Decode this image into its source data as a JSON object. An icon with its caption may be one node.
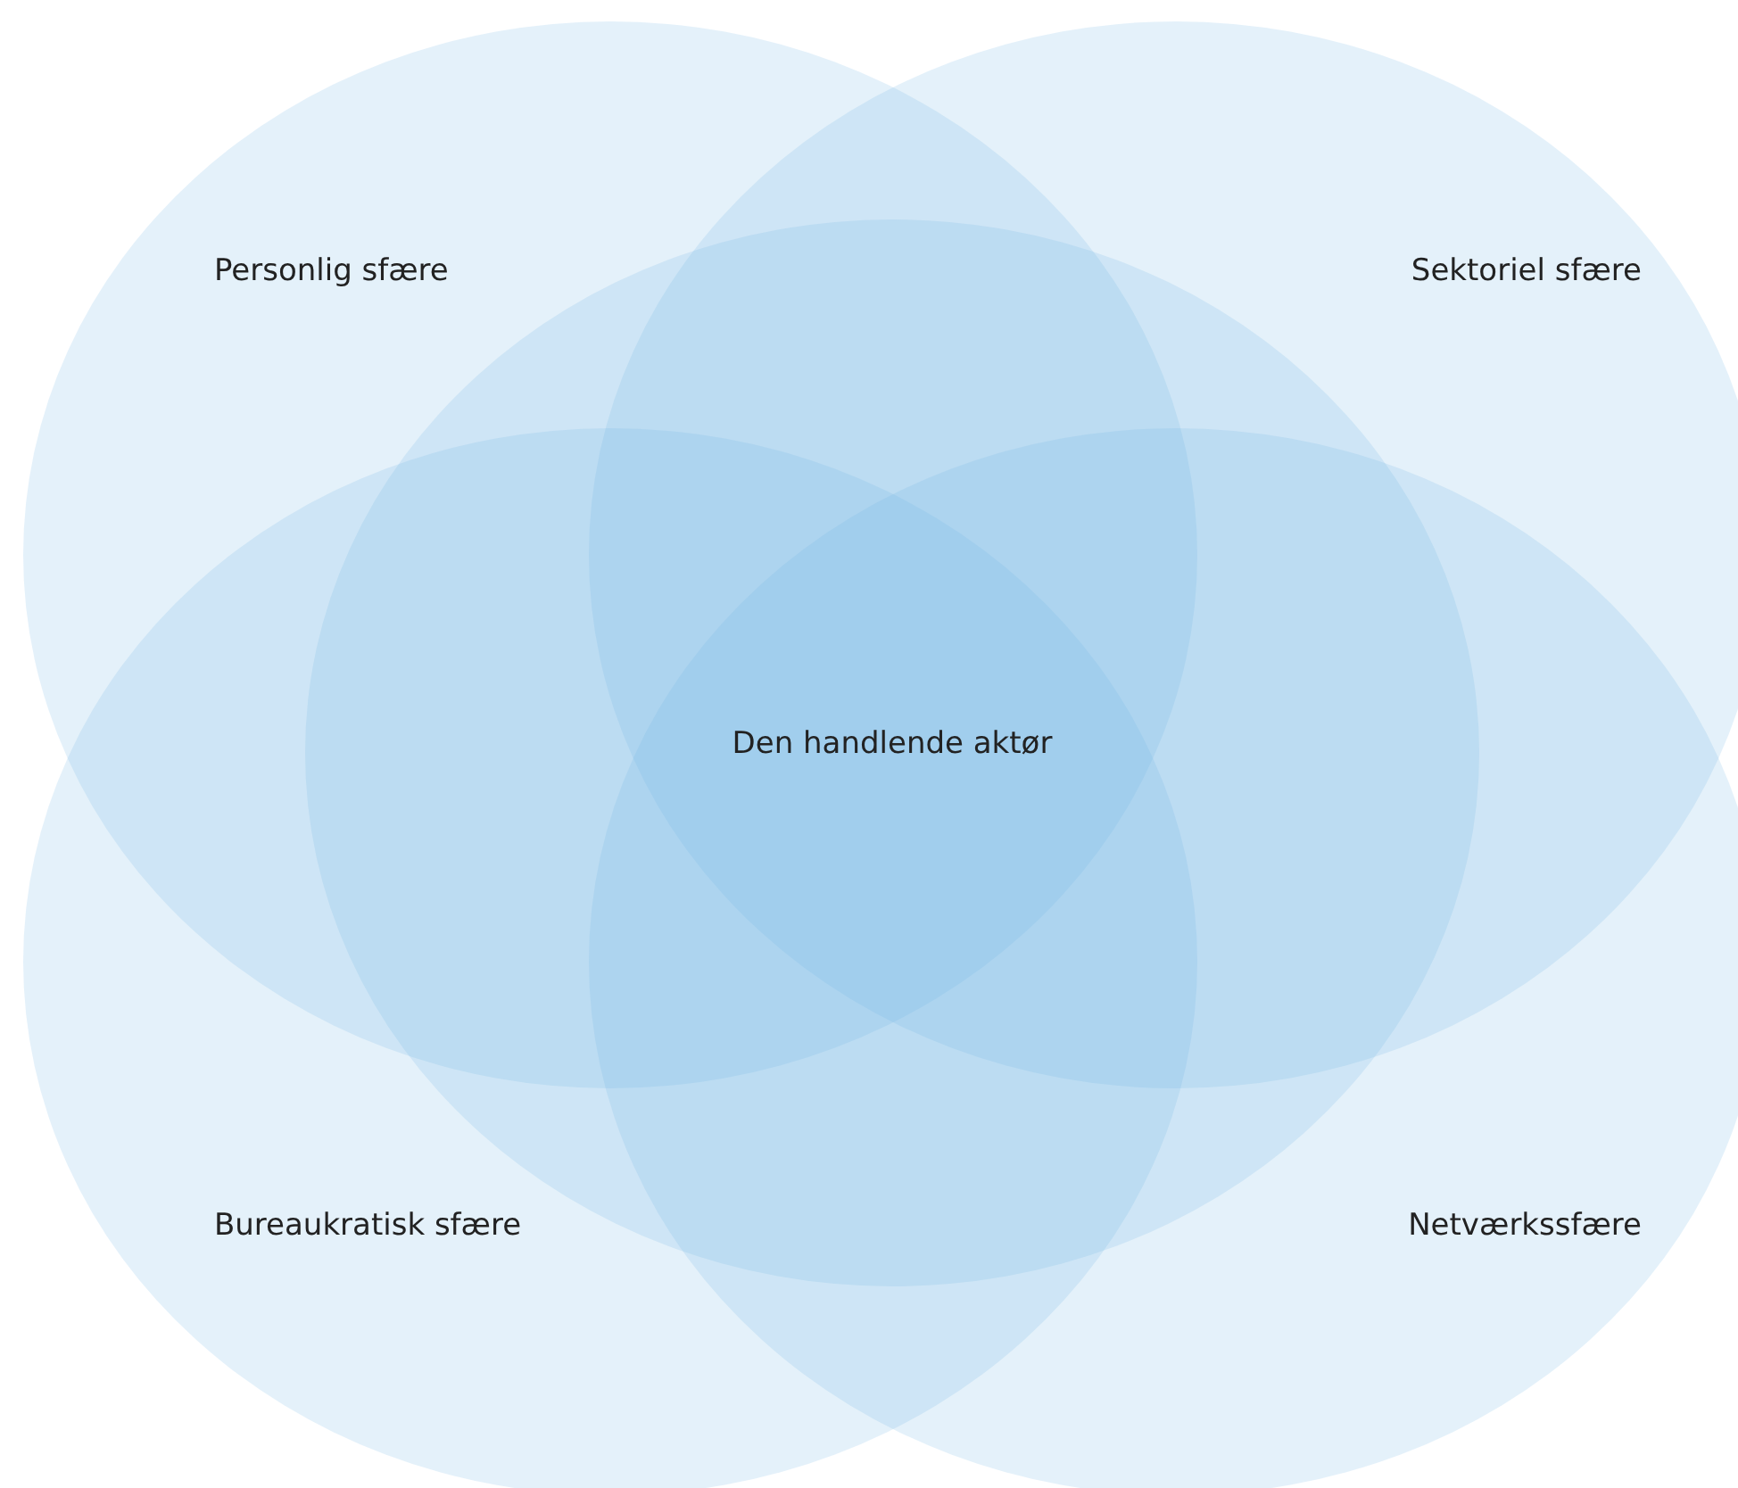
{
  "diagram": {
    "nodes": [
      {
        "text": [
          "Personlig sfære"
        ]
      },
      {
        "text": [
          "Sektoriel sfære"
        ]
      },
      {
        "text": [
          "Den handlende aktør"
        ]
      },
      {
        "text": [
          "Bureaukratisk sfære"
        ]
      },
      {
        "text": [
          "Netværkssfære"
        ]
      }
    ]
  }
}
